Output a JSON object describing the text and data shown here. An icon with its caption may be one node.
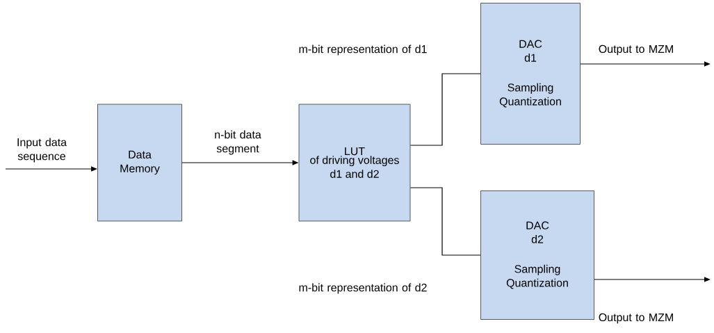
{
  "diagram": {
    "nodes": [
      {
        "text": [
          "Data Memory"
        ]
      },
      {
        "text": [
          "LUT",
          "of driving voltages d1 and d2"
        ]
      },
      {
        "text": [
          "DAC d1",
          "Sampling Quantization"
        ]
      },
      {
        "text": [
          "DAC d2",
          "Sampling Quantization"
        ]
      }
    ],
    "edges": [
      {
        "from": null,
        "to": 0,
        "arrow": "to",
        "label": "Input data sequence"
      },
      {
        "from": 0,
        "to": 1,
        "arrow": "to",
        "label": "n-bit data segment"
      },
      {
        "from": 1,
        "to": 2,
        "arrow": "none",
        "label": "m-bit representation of d1"
      },
      {
        "from": 1,
        "to": 3,
        "arrow": "none",
        "label": "m-bit representation of d2"
      },
      {
        "from": 2,
        "to": null,
        "arrow": "to",
        "label": "Output to MZM"
      },
      {
        "from": 3,
        "to": null,
        "arrow": "to",
        "label": "Output to MZM"
      }
    ]
  }
}
